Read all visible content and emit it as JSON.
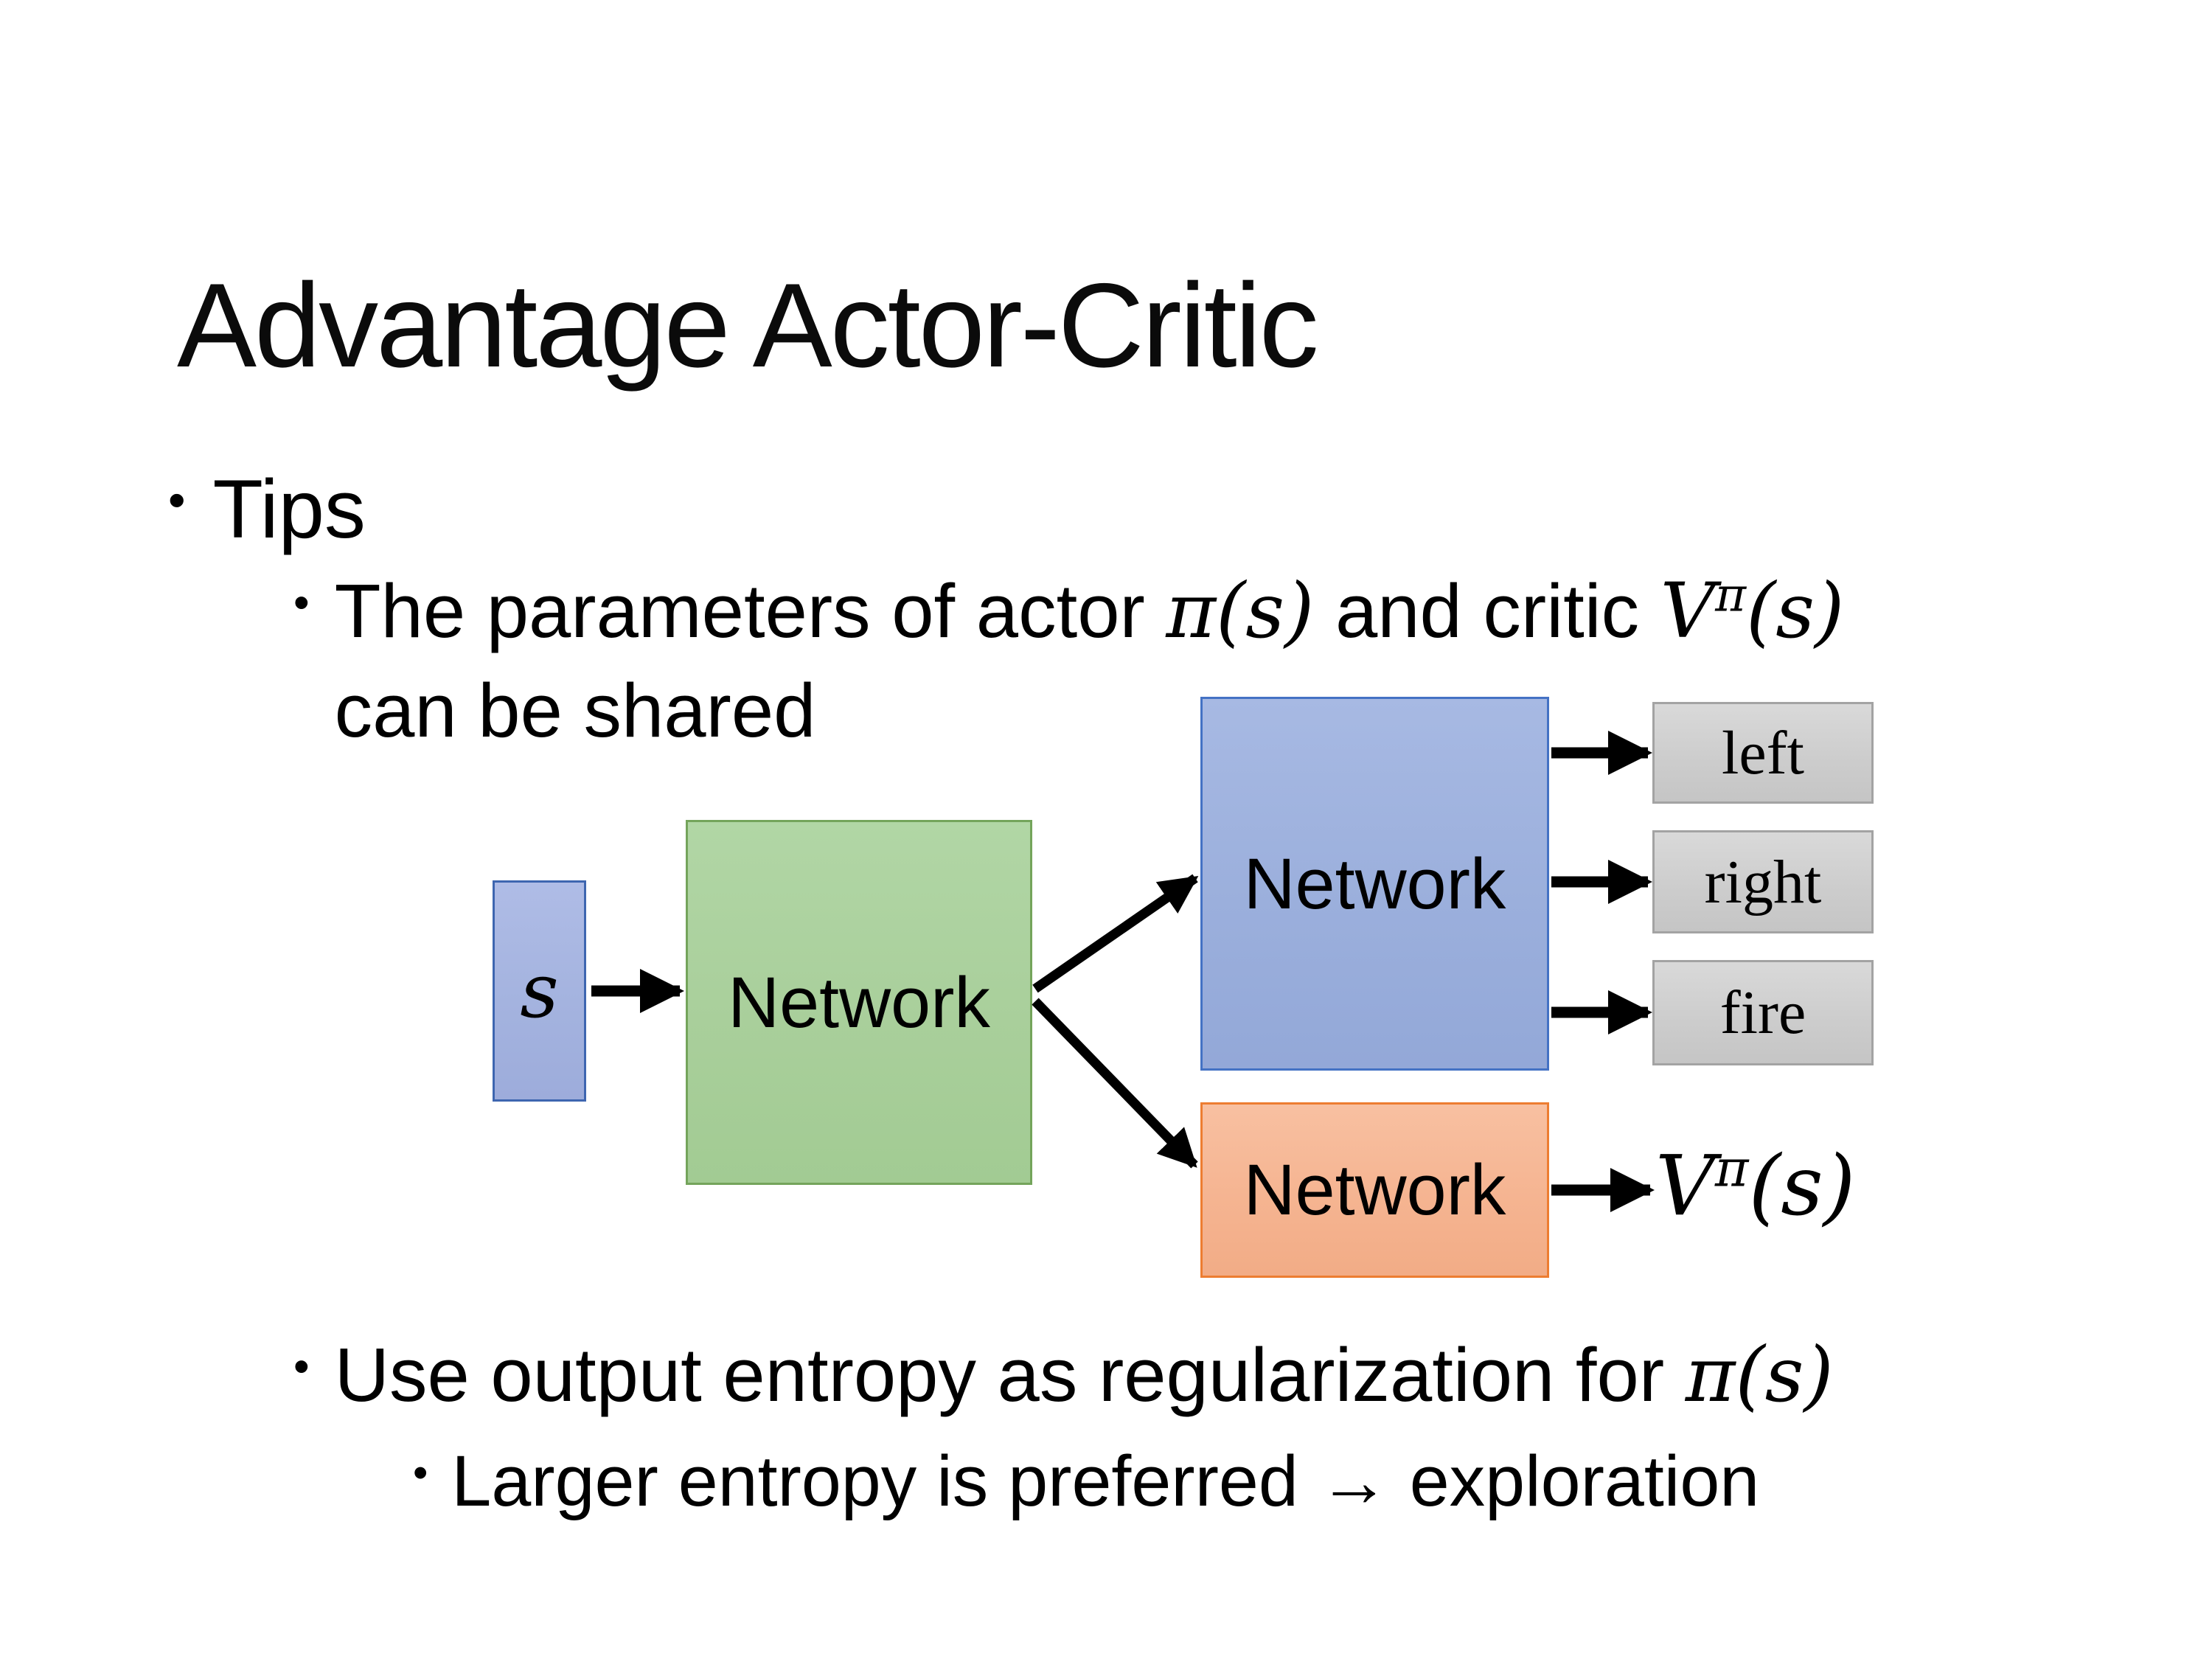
{
  "slide": {
    "title": "Advantage Actor-Critic",
    "bullet_glyph": "•",
    "bullets": {
      "tips": "Tips",
      "shared": {
        "text1": "The parameters of actor ",
        "math_actor": "π(s)",
        "text2": "  and critic ",
        "math_critic_base": "V",
        "math_critic_sup": "π",
        "math_critic_tail": "(s)",
        "line2": "can be shared"
      },
      "entropy": {
        "text1": "Use output entropy as regularization for ",
        "math_actor": "π(s)"
      },
      "exploration": "Larger entropy is preferred → exploration"
    }
  },
  "diagram": {
    "input_label": "s",
    "shared_network_label": "Network",
    "actor_network_label": "Network",
    "critic_network_label": "Network",
    "action_labels": [
      "left",
      "right",
      "fire"
    ],
    "critic_output": {
      "base": "V",
      "sup": "π",
      "tail": "(s)"
    },
    "colors": {
      "input_fill": "#A4B3DF",
      "input_border": "#3E66B0",
      "shared_fill": "#A9CF9B",
      "shared_border": "#74A45B",
      "actor_fill": "#9BAFDC",
      "actor_border": "#4472C4",
      "critic_fill": "#F5B491",
      "critic_border": "#ED7D31",
      "action_fill": "#CDCDCD",
      "action_border": "#A3A3A3",
      "arrow": "#000000"
    }
  }
}
